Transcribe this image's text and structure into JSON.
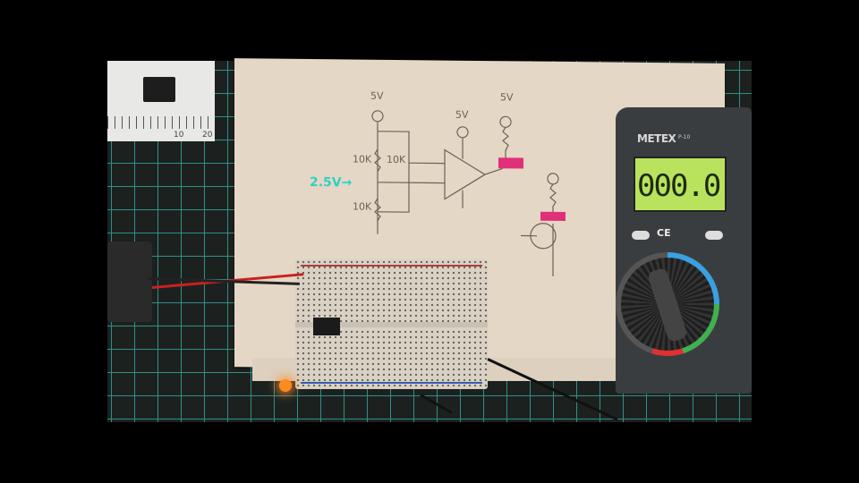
{
  "ruler": {
    "label_10": "10",
    "label_20": "20"
  },
  "schematic": {
    "supply_labels": [
      "5V",
      "5V",
      "5V"
    ],
    "resistor_labels": [
      "10K",
      "10K",
      "10K"
    ],
    "midpoint_annotation": "2.5V→",
    "highlight_color": "#e0307a",
    "annotation_color": "#30d0c0"
  },
  "multimeter": {
    "brand": "METEX",
    "model": "P-10",
    "reading": "000.0",
    "ce_mark": "CE",
    "lcd_color": "#b9e35c"
  },
  "led": {
    "color": "#ff8a20"
  }
}
